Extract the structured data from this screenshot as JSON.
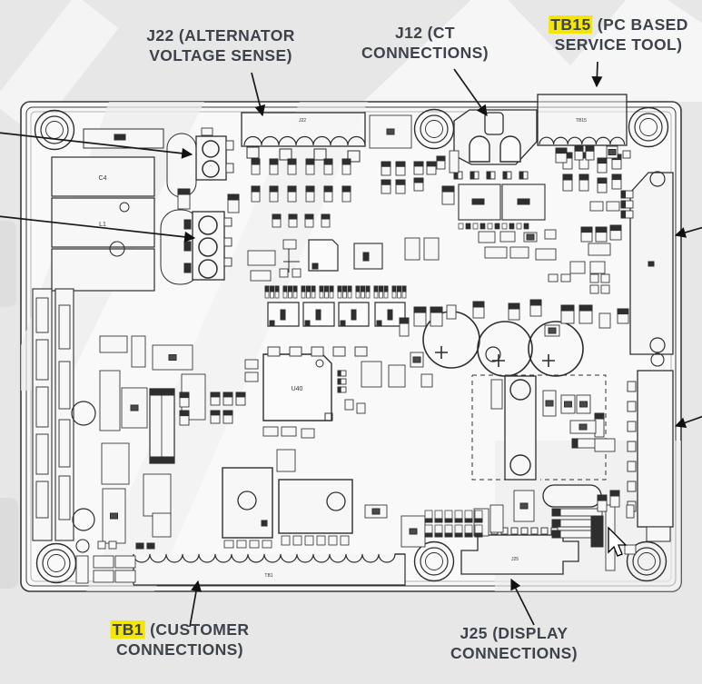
{
  "diagram": {
    "type": "pcb-connector-callout-diagram",
    "colors": {
      "page_bg": "#e7e7e7",
      "board_fill": "#f9f9f9",
      "line": "#2e2e2e",
      "label_text": "#3e434b",
      "highlight": "#f3e600",
      "leader": "#1a1a1a"
    }
  },
  "callouts": {
    "j22": {
      "ref": "J22",
      "after_ref": " (ALTERNATOR",
      "line2": "VOLTAGE SENSE)",
      "highlighted": false
    },
    "j12": {
      "ref": "J12",
      "after_ref": " (CT",
      "line2": "CONNECTIONS)",
      "highlighted": false
    },
    "tb15": {
      "ref": "TB15",
      "after_ref": " (PC BASED",
      "line2": "SERVICE TOOL)",
      "highlighted": true
    },
    "tb1": {
      "ref": "TB1",
      "after_ref": " (CUSTOMER",
      "line2": "CONNECTIONS)",
      "highlighted": true
    },
    "j25": {
      "ref": "J25",
      "after_ref": " (DISPLAY",
      "line2": "CONNECTIONS)",
      "highlighted": false
    }
  },
  "board_refs": {
    "c4": "C4",
    "l1": "L1",
    "u40": "U40",
    "j22": "J22",
    "tb15": "TB15",
    "tb1": "TB1",
    "j25": "J25"
  },
  "cursor": {
    "visible": true
  }
}
